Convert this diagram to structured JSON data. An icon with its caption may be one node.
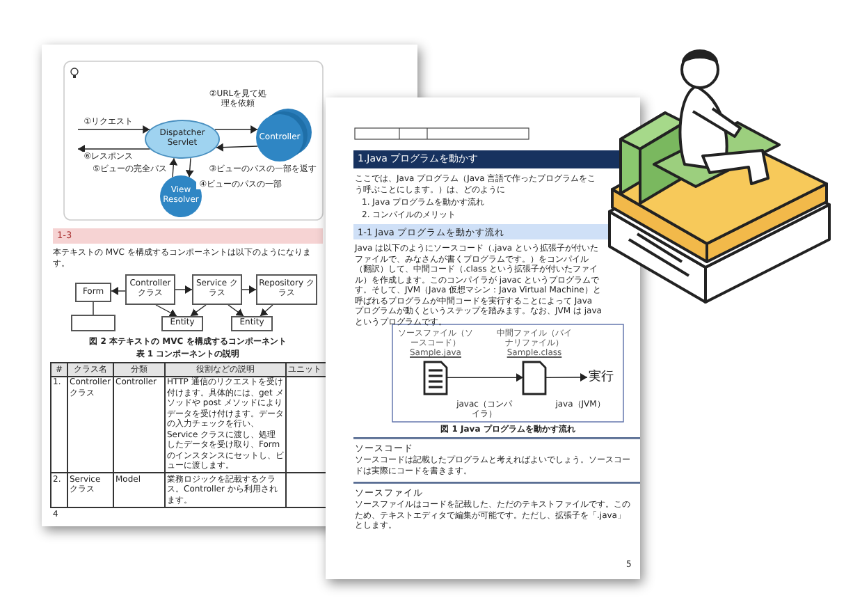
{
  "diagram": {
    "nodes": [
      {
        "text": [
          "Dispatcher Servlet"
        ]
      },
      {
        "text": [
          "Controller"
        ]
      },
      {
        "text": [
          "View Resolver"
        ]
      },
      {
        "text": [
          "Form"
        ]
      },
      {
        "text": [
          "Controller クラス"
        ]
      },
      {
        "text": [
          "Service クラス"
        ]
      },
      {
        "text": [
          "Repository クラス"
        ]
      },
      {
        "text": [],
        "shape": "box"
      },
      {
        "text": [
          "Entity"
        ]
      },
      {
        "text": [
          "Entity"
        ]
      },
      {
        "text": [
          "ソースファイル（ソースコード）",
          "Sample.java"
        ]
      },
      {
        "text": [
          "中間ファイル（バイナリファイル）",
          "Sample.class"
        ]
      },
      {
        "text": [
          "実行"
        ]
      }
    ],
    "edges": [
      {
        "from": null,
        "to": 0,
        "arrow": "to",
        "label": "①リクエスト"
      },
      {
        "from": 0,
        "to": null,
        "arrow": "to",
        "label": "⑥レスポンス"
      },
      {
        "from": 0,
        "to": 1,
        "arrow": "to",
        "label": "②URLを見て処理を依頼"
      },
      {
        "from": 1,
        "to": 0,
        "arrow": "to",
        "label": "③ビューのパスの一部を返す"
      },
      {
        "from": 0,
        "to": 2,
        "arrow": "to",
        "label": "④ビューのパスの一部"
      },
      {
        "from": 2,
        "to": 0,
        "arrow": "to",
        "label": "⑤ビューの完全パス"
      },
      {
        "from": 4,
        "to": 3,
        "arrow": "to"
      },
      {
        "from": 4,
        "to": 5,
        "arrow": "to"
      },
      {
        "from": 5,
        "to": 6,
        "arrow": "to"
      },
      {
        "from": 3,
        "to": 7,
        "arrow": "none"
      },
      {
        "from": 4,
        "to": 8,
        "arrow": "to"
      },
      {
        "from": 5,
        "to": 8,
        "arrow": "to"
      },
      {
        "from": 5,
        "to": 9,
        "arrow": "to"
      },
      {
        "from": 6,
        "to": 9,
        "arrow": "to"
      },
      {
        "from": 10,
        "to": 11,
        "arrow": "to",
        "label": "javac（コンパイラ）"
      },
      {
        "from": 11,
        "to": 12,
        "arrow": "to",
        "label": "java（JVM）"
      }
    ],
    "labels": [
      "1-3",
      "本テキストの MVC を構成するコンポーネントは以下のようになります。",
      "図 2 本テキストの MVC を構成するコンポーネント",
      "表 1 コンポーネントの説明",
      "#",
      "クラス名",
      "分類",
      "役割などの説明",
      "ユニット",
      "1.",
      "Controller クラス",
      "Controller",
      "HTTP 通信のリクエストを受け付けます。具体的には、get メソッドや post メソッドによりデータを受け付けます。データの入力チェックを行い、Service クラスに渡し、処理したデータを受け取り、Form のインスタンスにセットし、ビューに渡します。",
      "2.",
      "Service クラス",
      "Model",
      "業務ロジックを記載するクラス。Controller から利用されます。",
      "4",
      "1.Java プログラムを動かす",
      "ここでは、Java プログラム（Java 言語で作ったプログラムをこう呼ぶことにします。）は、どのように",
      "1. Java プログラムを動かす流れ",
      "2. コンパイルのメリット",
      "1-1 Java プログラムを動かす流れ",
      "Java は以下のようにソースコード（.java という拡張子が付いたファイルで、みなさんが書くプログラムです。）をコンパイル（翻訳）して、中間コード（.class という拡張子が付いたファイル）を作成します。このコンパイラが javac というプログラムです。そして、JVM（Java 仮想マシン：Java Virtual Machine）と呼ばれるプログラムが中間コードを実行することによって Java プログラムが動くというステップを踏みます。なお、JVM は java というプログラムです。",
      "図 1 Java プログラムを動かす流れ",
      "ソースコード",
      "ソースコードは記載したプログラムと考えればよいでしょう。ソースコードは実際にコードを書きます。",
      "ソースファイル",
      "ソースファイルはコードを記載した、ただのテキストファイルです。このため、テキストエディタで編集が可能です。ただし、拡張子を「.java」とします。",
      "5"
    ]
  }
}
